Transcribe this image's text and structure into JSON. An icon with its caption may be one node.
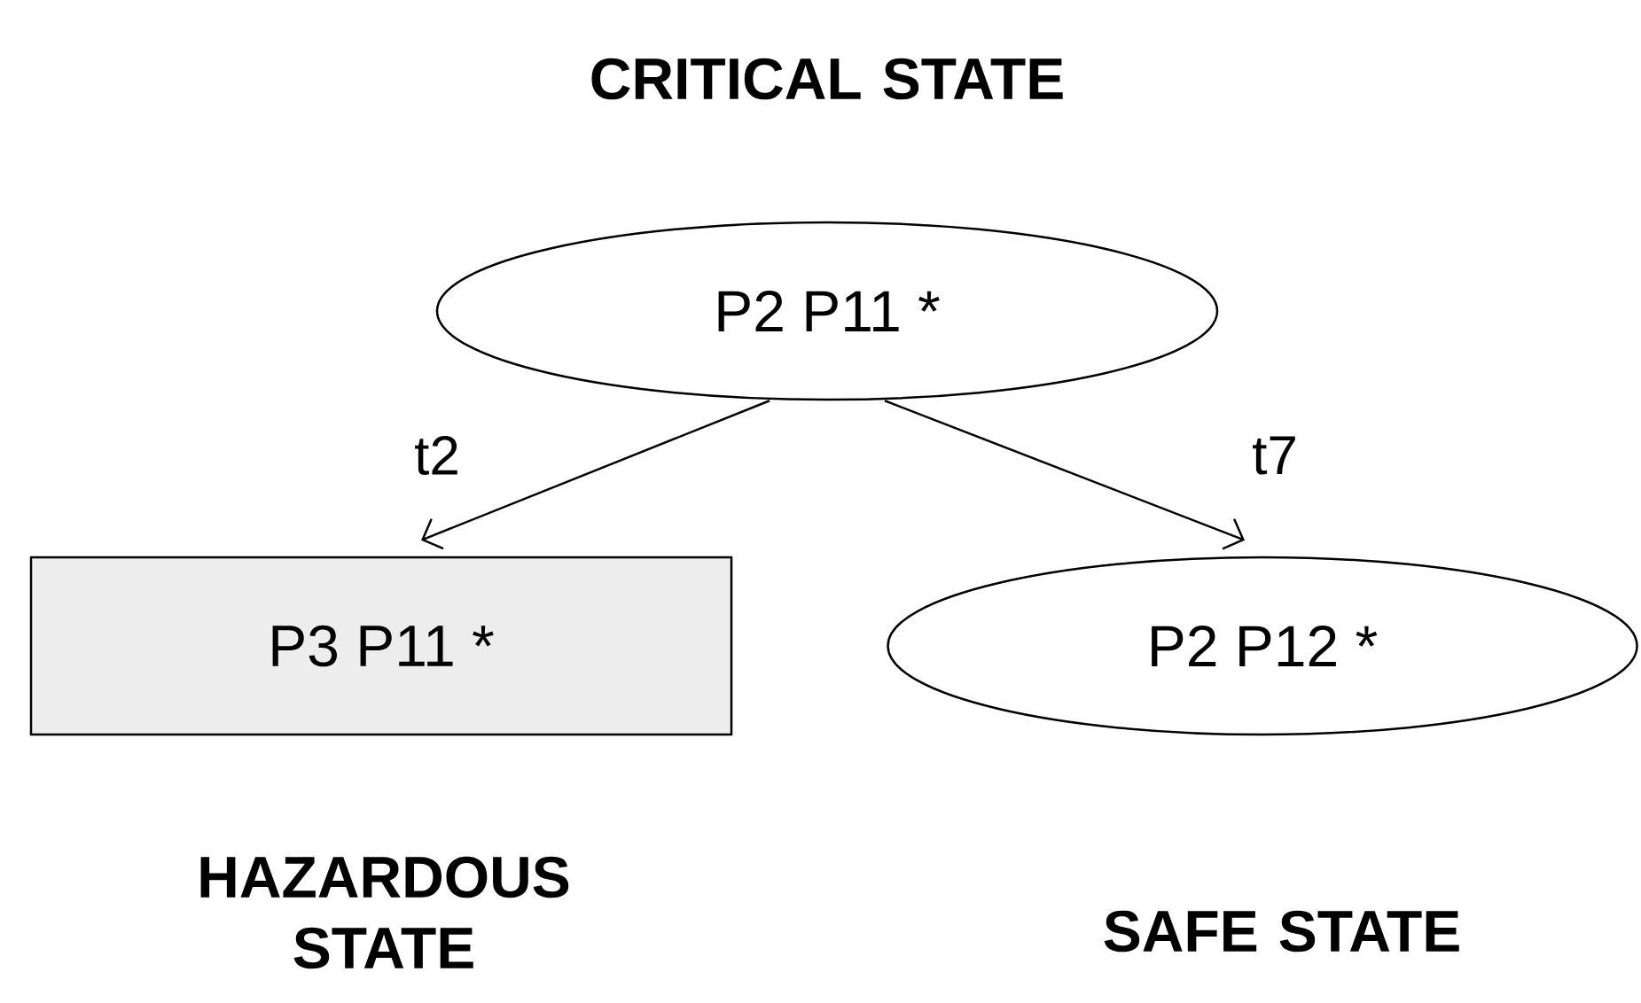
{
  "diagram": {
    "nodes": [
      {
        "text": [
          "P2 P11 *"
        ],
        "beside": [
          "CRITICAL STATE"
        ]
      },
      {
        "text": [
          "P3 P11 *"
        ],
        "beside": [
          "HAZARDOUS STATE"
        ]
      },
      {
        "text": [
          "P2 P12 *"
        ],
        "beside": [
          "SAFE STATE"
        ]
      }
    ],
    "edges": [
      {
        "from": 0,
        "to": 1,
        "arrow": "to",
        "label": "t2"
      },
      {
        "from": 0,
        "to": 2,
        "arrow": "to",
        "label": "t7"
      }
    ]
  }
}
